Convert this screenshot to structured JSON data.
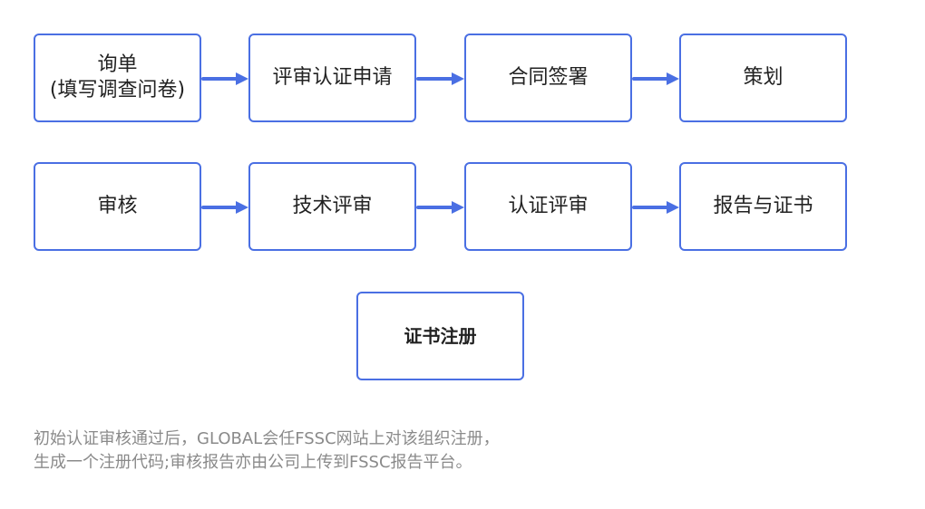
{
  "flow": {
    "row1": [
      "询单\n(填写调查问卷)",
      "评审认证申请",
      "合同签署",
      "策划"
    ],
    "row2": [
      "审核",
      "技术评审",
      "认证评审",
      "报告与证书"
    ],
    "final": "证书注册"
  },
  "note": {
    "line1": "初始认证审核通过后，GLOBAL会任FSSC网站上对该组织注册，",
    "line2": "生成一个注册代码;审核报告亦由公司上传到FSSC报告平台。"
  },
  "colors": {
    "accent": "#4a6fe3",
    "text": "#222222",
    "note": "#8a8a8a"
  }
}
